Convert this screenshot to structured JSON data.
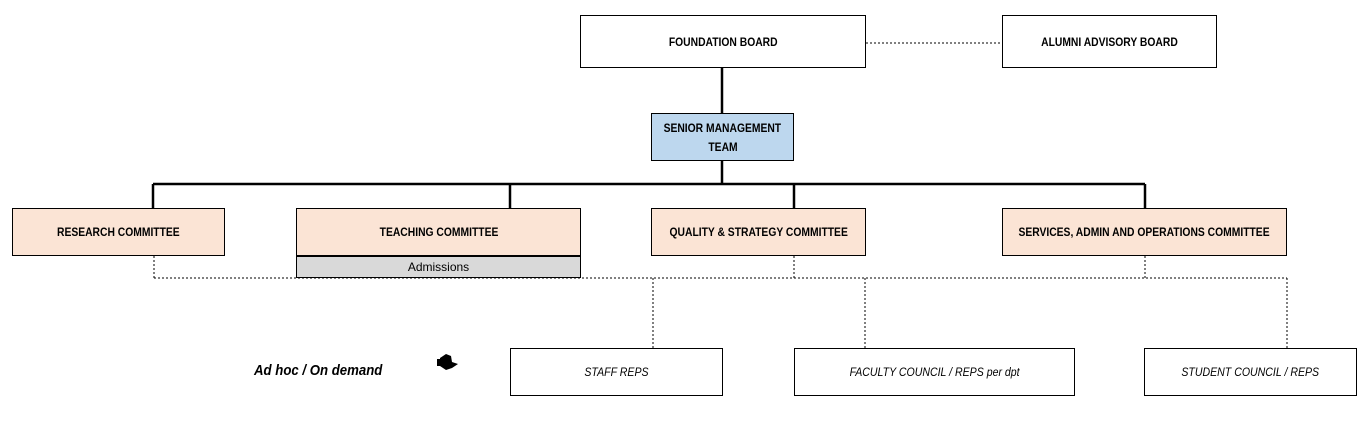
{
  "nodes": {
    "foundation_board": "FOUNDATION BOARD",
    "alumni_advisory_board": "ALUMNI ADVISORY BOARD",
    "senior_management_line1": "SENIOR MANAGEMENT",
    "senior_management_line2": "TEAM",
    "research_committee": "RESEARCH COMMITTEE",
    "teaching_committee": "TEACHING COMMITTEE",
    "admissions": "Admissions",
    "quality_strategy_committee": "QUALITY & STRATEGY COMMITTEE",
    "services_committee": "SERVICES, ADMIN AND OPERATIONS COMMITTEE",
    "staff_reps": "STAFF REPS",
    "faculty_council": "FACULTY COUNCIL / REPS per dpt",
    "student_council": "STUDENT COUNCIL / REPS"
  },
  "legend": {
    "label": "Ad hoc / On demand",
    "icon": "pointing-hand-icon"
  },
  "colors": {
    "committee_fill": "#fbe4d5",
    "management_fill": "#bdd7ee",
    "admissions_fill": "#d9d9d9",
    "line": "#000000"
  }
}
